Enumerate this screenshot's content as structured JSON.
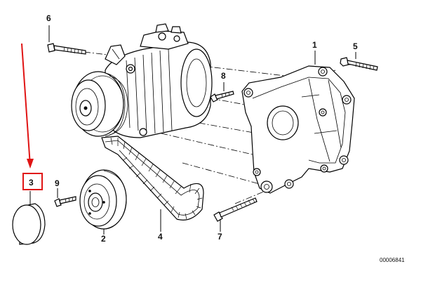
{
  "callouts": {
    "bracket": "1",
    "tensioner_pulley": "2",
    "cover_cap": "3",
    "belt": "4",
    "bolt_long_right": "5",
    "bolt_long_top": "6",
    "bolt_bottom": "7",
    "bolt_short": "8",
    "bolt_small": "9"
  },
  "document_number": "00006841",
  "highlight_color": "#e01414",
  "line_color": "#000000"
}
